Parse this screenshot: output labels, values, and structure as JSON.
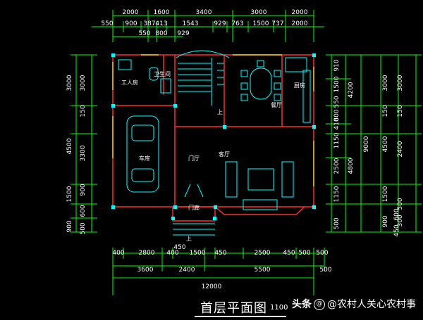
{
  "title": "首层平面图",
  "scale": "1:100",
  "watermark": {
    "brand": "头条",
    "account": "@农村人关心农村事",
    "icon": "at-icon"
  },
  "colors": {
    "background": "#000000",
    "dimension": "#00ff00",
    "wall": "#ff2a2a",
    "fixture": "#00ffff",
    "window": "#ffff00",
    "text": "#ffffff"
  },
  "dimensions": {
    "top_row1": [
      "2000",
      "1600",
      "3400",
      "3000",
      "2000"
    ],
    "top_row2": [
      "550",
      "900",
      "387",
      "413",
      "1543",
      "929",
      "763",
      "1500",
      "737",
      "2000"
    ],
    "top_row3": [
      "550",
      "800",
      "929"
    ],
    "bottom_row1": [
      "400",
      "2800",
      "400",
      "1500",
      "450",
      "2500",
      "450",
      "500",
      "500"
    ],
    "bottom_row1b": [
      "450"
    ],
    "bottom_row2": [
      "3600",
      "2400",
      "5500",
      "500"
    ],
    "bottom_total": "12000",
    "left_outer": [
      "3000",
      "4500",
      "1500",
      "900"
    ],
    "left_inner": [
      "3000",
      "150",
      "3300",
      "900",
      "600",
      "500"
    ],
    "right_inner": [
      "910",
      "1500",
      "550",
      "800",
      "410",
      "1150",
      "2500",
      "1150",
      "500"
    ],
    "right_mid": [
      "4200",
      "4800"
    ],
    "right_total": "9000",
    "right_outer1": [
      "3000",
      "150",
      "4500",
      "1500",
      "900"
    ],
    "right_outer2": [
      "3000",
      "150",
      "2400",
      "500",
      "300"
    ],
    "right_outer3": [
      "450",
      "600"
    ]
  },
  "rooms": {
    "worker_room": "工人房",
    "bathroom": "卫生间",
    "garage": "车库",
    "foyer": "门厅",
    "living_room": "客厅",
    "dining_room": "餐厅",
    "kitchen": "厨房",
    "porch": "门廊",
    "up1": "上",
    "up2": "上"
  }
}
